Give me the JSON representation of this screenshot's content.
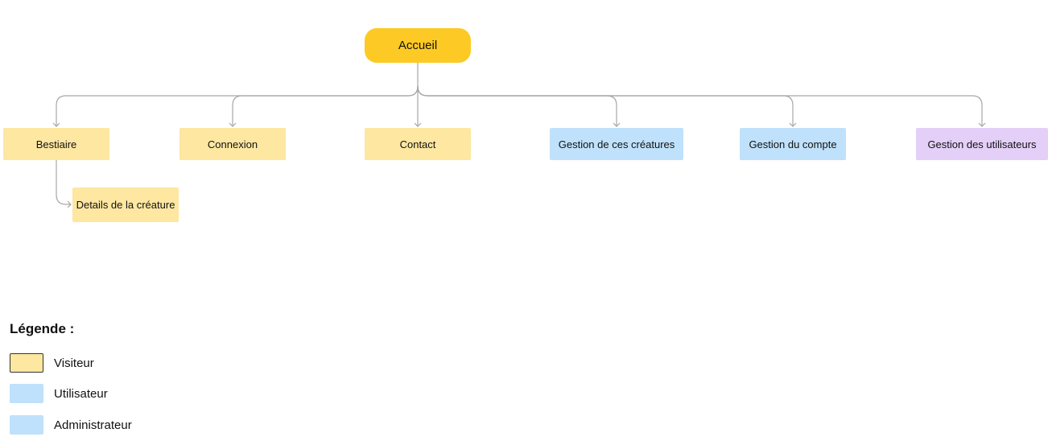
{
  "colors": {
    "root": "#fdca25",
    "visiteur": "#fde7a1",
    "utilisateur": "#bfe1fb",
    "administrateur": "#e4cff8",
    "connector": "#a6a6a6"
  },
  "diagram": {
    "root": {
      "label": "Accueil"
    },
    "children": [
      {
        "label": "Bestiaire",
        "role": "visiteur"
      },
      {
        "label": "Connexion",
        "role": "visiteur"
      },
      {
        "label": "Contact",
        "role": "visiteur"
      },
      {
        "label": "Gestion de ces créatures",
        "role": "utilisateur"
      },
      {
        "label": "Gestion du compte",
        "role": "utilisateur"
      },
      {
        "label": "Gestion des utilisateurs",
        "role": "administrateur"
      }
    ],
    "sub": {
      "label": "Details de la créature",
      "role": "visiteur"
    }
  },
  "legend": {
    "title": "Légende :",
    "items": [
      {
        "label": "Visiteur",
        "color": "#fde7a1"
      },
      {
        "label": "Utilisateur",
        "color": "#bfe1fb"
      },
      {
        "label": "Administrateur",
        "color": "#bfe1fb"
      }
    ]
  }
}
